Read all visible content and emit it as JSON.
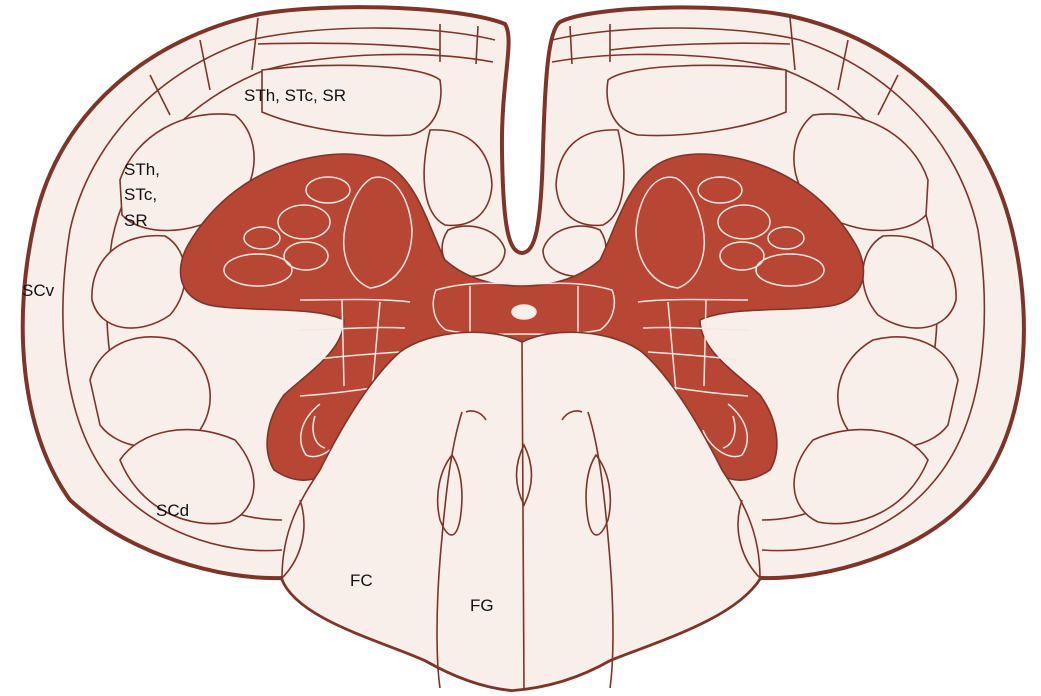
{
  "diagram": {
    "colors": {
      "white_matter": "#f8eeea",
      "gray_matter": "#b84634",
      "outline": "#7e3428",
      "inner_line": "#f5e6e0"
    },
    "labels": {
      "tract_top": "STh, STc, SR",
      "tract_side_1": "STh,",
      "tract_side_2": "STc,",
      "tract_side_3": "SR",
      "scv": "SCv",
      "scd": "SCd",
      "fc": "FC",
      "fg": "FG"
    }
  }
}
